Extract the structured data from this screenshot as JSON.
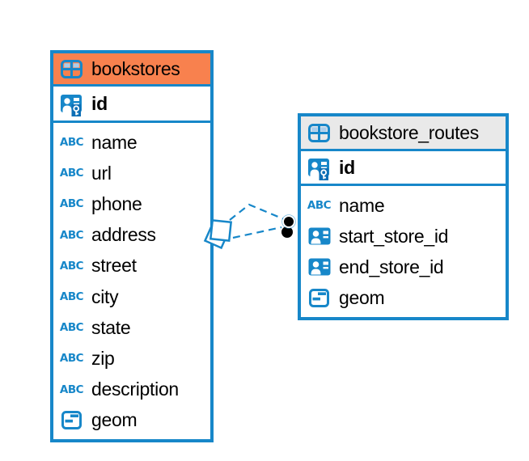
{
  "diagram": {
    "colors": {
      "accent_blue": "#1787C9",
      "orange_header": "#F8814E",
      "gray_header": "#E9E9E9",
      "relationship_blue": "#1787C9",
      "endpoint_black": "#000000",
      "background": "#FFFFFF",
      "text": "#000000"
    },
    "tables": [
      {
        "name": "bookstores",
        "header_style": "orange",
        "primary_key": {
          "name": "id",
          "type": "primary-key"
        },
        "columns": [
          {
            "name": "name",
            "type": "text"
          },
          {
            "name": "url",
            "type": "text"
          },
          {
            "name": "phone",
            "type": "text"
          },
          {
            "name": "address",
            "type": "text"
          },
          {
            "name": "street",
            "type": "text"
          },
          {
            "name": "city",
            "type": "text"
          },
          {
            "name": "state",
            "type": "text"
          },
          {
            "name": "zip",
            "type": "text"
          },
          {
            "name": "description",
            "type": "text"
          },
          {
            "name": "geom",
            "type": "geometry"
          }
        ]
      },
      {
        "name": "bookstore_routes",
        "header_style": "gray",
        "primary_key": {
          "name": "id",
          "type": "primary-key"
        },
        "columns": [
          {
            "name": "name",
            "type": "text"
          },
          {
            "name": "start_store_id",
            "type": "foreign-key"
          },
          {
            "name": "end_store_id",
            "type": "foreign-key"
          },
          {
            "name": "geom",
            "type": "geometry"
          }
        ]
      }
    ],
    "relationships": [
      {
        "from_table": "bookstore_routes",
        "from_column": "start_store_id",
        "to_table": "bookstores",
        "to_column": "id",
        "line_style": "dashed"
      },
      {
        "from_table": "bookstore_routes",
        "from_column": "end_store_id",
        "to_table": "bookstores",
        "to_column": "id",
        "line_style": "dashed"
      }
    ]
  }
}
